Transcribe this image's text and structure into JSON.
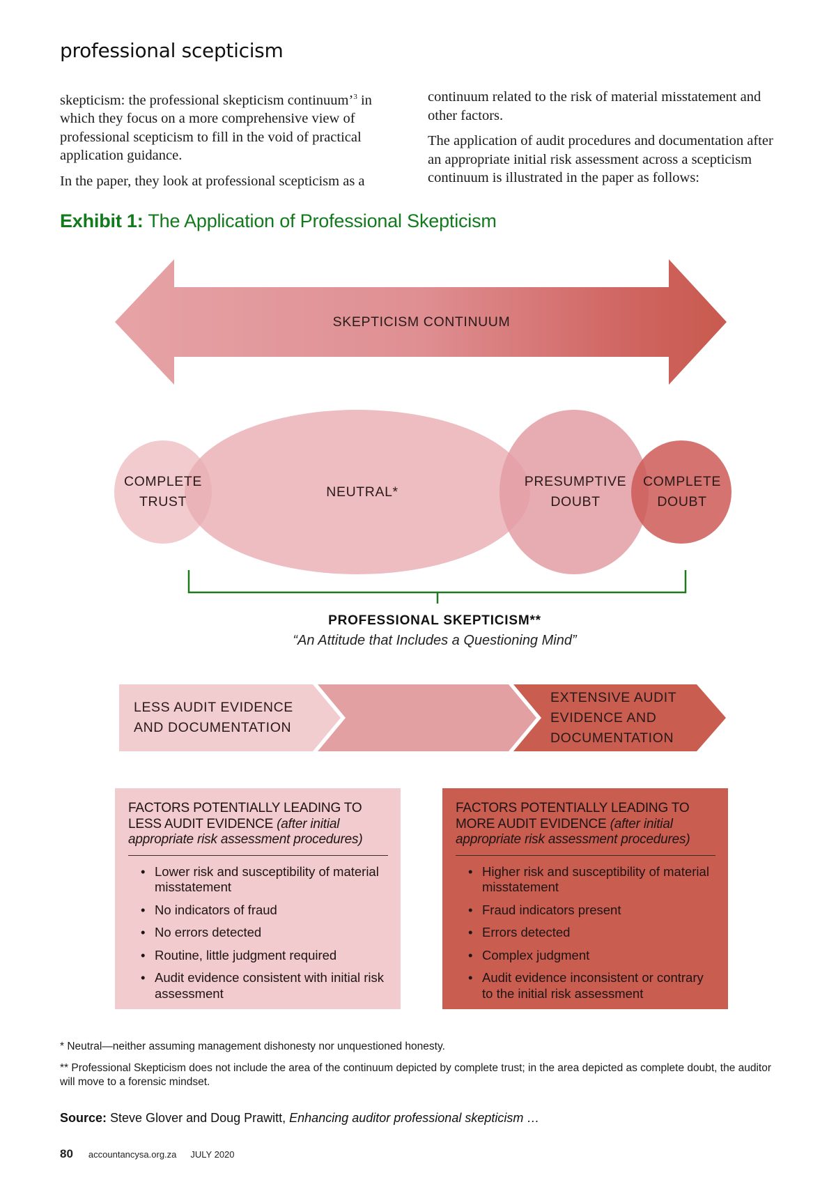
{
  "header": {
    "section_title": "professional scepticism"
  },
  "body": {
    "col1": {
      "p1": "skepticism: the professional skepticism continuum’",
      "p1_sup": "3",
      "p1_rest": " in which they focus on a more comprehensive view of professional scepticism to fill in the void of practical application guidance.",
      "p2": "In the paper, they look at professional scepticism as a"
    },
    "col2": {
      "p1": "continuum related to the risk of material misstatement and other factors.",
      "p2": "The application of audit procedures and documentation after an appropriate initial risk assessment across a scepticism continuum is illustrated in the paper as follows:"
    }
  },
  "exhibit": {
    "label": "Exhibit 1:",
    "title": " The Application of Professional Skepticism"
  },
  "diagram": {
    "arrow_label": "SKEPTICISM CONTINUUM",
    "stages": [
      {
        "line1": "COMPLETE",
        "line2": "TRUST"
      },
      {
        "line1": "NEUTRAL*",
        "line2": ""
      },
      {
        "line1": "PRESUMPTIVE",
        "line2": "DOUBT"
      },
      {
        "line1": "COMPLETE",
        "line2": "DOUBT"
      }
    ],
    "bracket_title": "PROFESSIONAL SKEPTICISM**",
    "bracket_quote": "“An Attitude that Includes a Questioning Mind”",
    "chevrons": {
      "left": {
        "line1": "LESS AUDIT EVIDENCE",
        "line2": "AND DOCUMENTATION"
      },
      "middle": "",
      "right": {
        "line1": "EXTENSIVE AUDIT",
        "line2": "EVIDENCE AND",
        "line3": "DOCUMENTATION"
      }
    },
    "colors": {
      "light_pink": "#f1cbcd",
      "mid_pink": "#e3a0a3",
      "dark_red": "#c85d50",
      "bracket_green": "#1f7a1f",
      "title_green": "#127a1d"
    }
  },
  "boxes": {
    "less": {
      "heading": "FACTORS POTENTIALLY LEADING TO LESS AUDIT EVIDENCE ",
      "heading_italic": "(after initial appropriate risk assessment procedures)",
      "items": [
        "Lower risk and susceptibility of material misstatement",
        "No indicators of fraud",
        "No errors detected",
        "Routine, little judgment required",
        "Audit evidence consistent with initial risk assessment"
      ]
    },
    "more": {
      "heading": "FACTORS POTENTIALLY LEADING TO MORE AUDIT EVIDENCE ",
      "heading_italic": "(after initial appropriate risk assessment procedures)",
      "items": [
        "Higher risk and susceptibility of material misstatement",
        "Fraud indicators present",
        "Errors detected",
        "Complex judgment",
        "Audit evidence inconsistent or contrary to the initial risk assessment"
      ]
    }
  },
  "footnotes": {
    "note1": "* Neutral—neither assuming management dishonesty nor unquestioned honesty.",
    "note2": "** Professional Skepticism does not include the area of the continuum depicted by complete trust; in the area depicted as complete doubt, the auditor will move to a forensic mindset."
  },
  "source": {
    "label": "Source:",
    "text": " Steve Glover and Doug Prawitt, ",
    "italic": "Enhancing auditor professional skepticism …"
  },
  "page_footer": {
    "page_number": "80",
    "site": "accountancysa.org.za",
    "issue": "JULY 2020"
  }
}
